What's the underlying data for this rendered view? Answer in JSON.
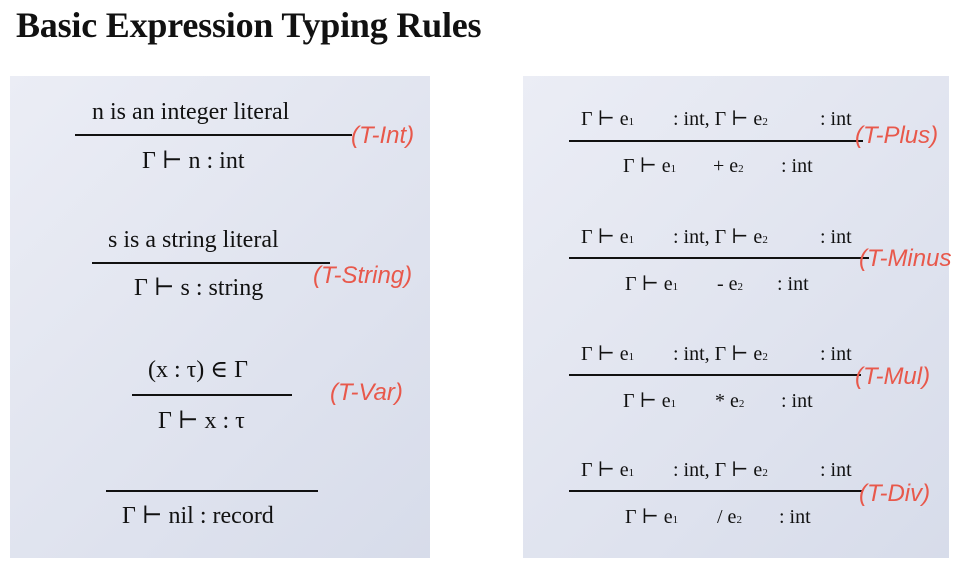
{
  "title": "Basic Expression Typing Rules",
  "left_rules": [
    {
      "premise": "n is an integer literal",
      "conclusion": "Γ ⊢ n : int",
      "name": "(T-Int)"
    },
    {
      "premise": "s is a string literal",
      "conclusion": "Γ ⊢ s : string",
      "name": "(T-String)"
    },
    {
      "premise": "(x : τ) ∈ Γ",
      "conclusion": "Γ ⊢ x : τ",
      "name": "(T-Var)"
    },
    {
      "premise": "",
      "conclusion": "Γ ⊢ nil : record",
      "name": ""
    }
  ],
  "right_rules": [
    {
      "premise": {
        "a": "Γ ⊢ e",
        "b": ": int, Γ ⊢ e",
        "c": ": int"
      },
      "conclusion": {
        "a": "Γ ⊢ e",
        "op": "+ e",
        "c": ": int"
      },
      "name": "(T-Plus)"
    },
    {
      "premise": {
        "a": "Γ ⊢ e",
        "b": ": int, Γ ⊢ e",
        "c": ": int"
      },
      "conclusion": {
        "a": "Γ ⊢ e",
        "op": "- e",
        "c": ": int"
      },
      "name": "(T-Minus"
    },
    {
      "premise": {
        "a": "Γ ⊢ e",
        "b": ": int, Γ ⊢ e",
        "c": ": int"
      },
      "conclusion": {
        "a": "Γ ⊢ e",
        "op": "* e",
        "c": ": int"
      },
      "name": "(T-Mul)"
    },
    {
      "premise": {
        "a": "Γ ⊢ e",
        "b": ": int, Γ ⊢ e",
        "c": ": int"
      },
      "conclusion": {
        "a": "Γ ⊢ e",
        "op": "/ e",
        "c": ": int"
      },
      "name": "(T-Div)"
    }
  ],
  "subscripts": {
    "one": "1",
    "two": "2"
  },
  "colors": {
    "rule_name": "#e8584b",
    "panel": "#dfe3ee"
  }
}
